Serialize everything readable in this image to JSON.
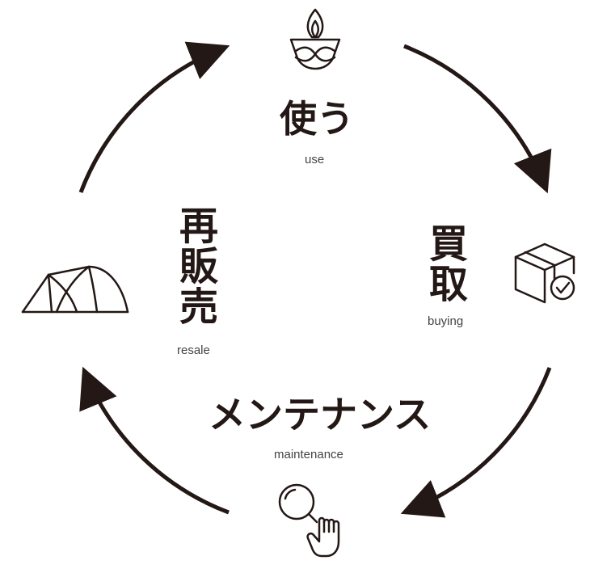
{
  "diagram": {
    "stages": {
      "use": {
        "jp": "使う",
        "en": "use",
        "icon": "flame-bowl-icon"
      },
      "buying": {
        "jp": "買取",
        "en": "buying",
        "icon": "box-check-icon"
      },
      "maintenance": {
        "jp": "メンテナンス",
        "en": "maintenance",
        "icon": "magnifier-hand-icon"
      },
      "resale": {
        "jp": "再販売",
        "en": "resale",
        "icon": "tent-icon"
      }
    },
    "flow_order": [
      "use",
      "buying",
      "maintenance",
      "resale"
    ],
    "colors": {
      "ink": "#231815",
      "sublabel": "#444444",
      "background": "#ffffff"
    }
  }
}
